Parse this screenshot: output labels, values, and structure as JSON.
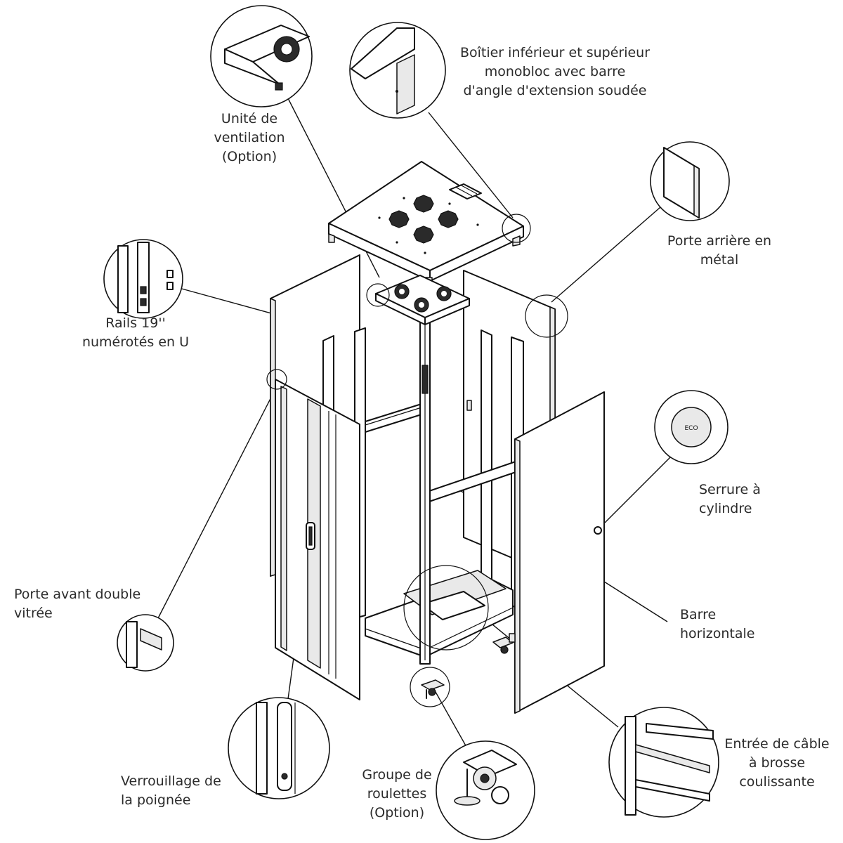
{
  "callouts": {
    "fan_unit": [
      "Unité de",
      "ventilation",
      "(Option)"
    ],
    "top_frame": [
      "Boîtier inférieur et supérieur",
      "monobloc avec barre",
      "d'angle d'extension soudée"
    ],
    "rear_door": [
      "Porte arrière en",
      "métal"
    ],
    "rails": [
      "Rails 19''",
      "numérotés en U"
    ],
    "lock": [
      "Serrure à",
      "cylindre"
    ],
    "front_door": [
      "Porte avant double",
      "vitrée"
    ],
    "horizontal_bar": [
      "Barre",
      "horizontale"
    ],
    "handle_lock": [
      "Verrouillage de",
      "la poignée"
    ],
    "casters": [
      "Groupe de",
      "roulettes",
      "(Option)"
    ],
    "cable_entry": [
      "Entrée de câble",
      "à brosse",
      "coulissante"
    ]
  },
  "lock_badge": "ECO",
  "colors": {
    "line": "#111111",
    "text": "#2b2b2b",
    "panel": "#ffffff",
    "shade": "#e9e9e9"
  }
}
